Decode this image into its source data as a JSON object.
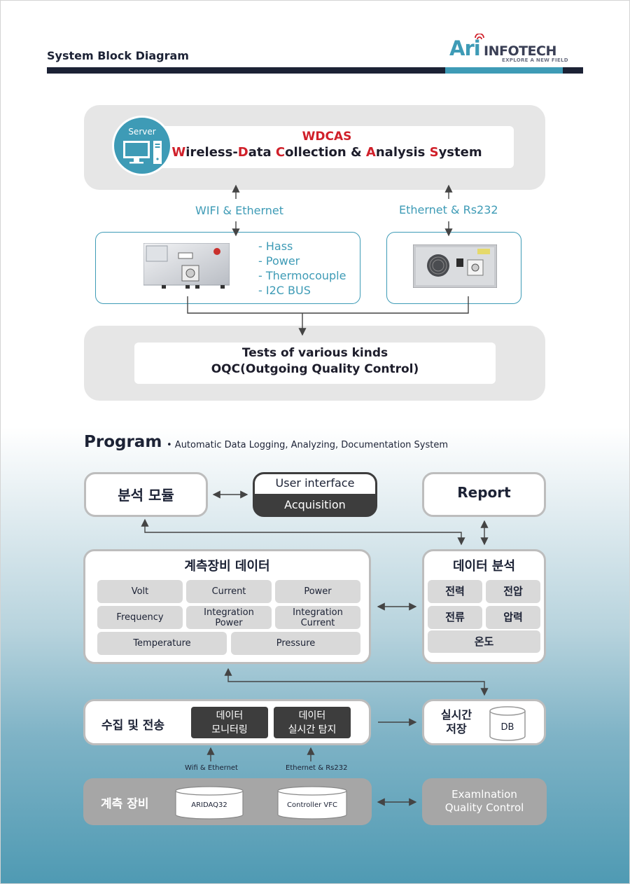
{
  "header": {
    "title": "System Block Diagram",
    "logo": {
      "brand_a": "Ari",
      "brand_b": "INFOTECH",
      "tagline": "EXPLORE A NEW FIELD"
    }
  },
  "colors": {
    "accent": "#3e9bb6",
    "navy": "#1c2235",
    "red": "#d0202a",
    "panel_grey": "#e6e6e6",
    "dark_chip": "#3d3d3d"
  },
  "top_diagram": {
    "server": {
      "label": "Server",
      "icon": "computer-monitor-icon"
    },
    "wdcas": {
      "title": "WDCAS",
      "subtitle_parts": [
        {
          "text": "W",
          "red": true
        },
        {
          "text": "ireless-",
          "red": false
        },
        {
          "text": "D",
          "red": true
        },
        {
          "text": "ata ",
          "red": false
        },
        {
          "text": "C",
          "red": true
        },
        {
          "text": "ollection & ",
          "red": false
        },
        {
          "text": "A",
          "red": true
        },
        {
          "text": "nalysis ",
          "red": false
        },
        {
          "text": "S",
          "red": true
        },
        {
          "text": "ystem",
          "red": false
        }
      ]
    },
    "connection_left": "WIFI & Ethernet",
    "connection_right": "Ethernet & Rs232",
    "features": [
      "- Hass",
      "- Power",
      "- Thermocouple",
      "- I2C BUS"
    ],
    "tests": {
      "line1": "Tests of various kinds",
      "line2": "OQC(Outgoing Quality Control)"
    }
  },
  "program": {
    "title": "Program",
    "subtitle": "• Automatic Data Logging, Analyzing, Documentation System",
    "analysis_module": "분석 모듈",
    "ui": {
      "top": "User interface",
      "bottom": "Acquisition"
    },
    "report": "Report",
    "device_data": {
      "title": "계측장비 데이터",
      "row1": [
        "Volt",
        "Current",
        "Power"
      ],
      "row2": [
        "Frequency",
        "Integration\nPower",
        "Integration\nCurrent"
      ],
      "row3": [
        "Temperature",
        "Pressure"
      ]
    },
    "data_analysis": {
      "title": "데이터 분석",
      "row1": [
        "전력",
        "전압"
      ],
      "row2": [
        "전류",
        "압력"
      ],
      "row3": [
        "온도"
      ]
    },
    "collect": {
      "label": "수집 및 전송",
      "chip1": "데이터\n모니터링",
      "chip2": "데이터\n실시간 탐지"
    },
    "realtime": {
      "label": "실시간\n저장",
      "db": "DB"
    },
    "link_left": "Wifi & Ethernet",
    "link_right": "Ethernet & Rs232",
    "equipment": {
      "label": "계측 장비",
      "device1": "ARIDAQ32",
      "device2": "Controller VFC"
    },
    "examination": "Examlnation\nQuality Control"
  }
}
